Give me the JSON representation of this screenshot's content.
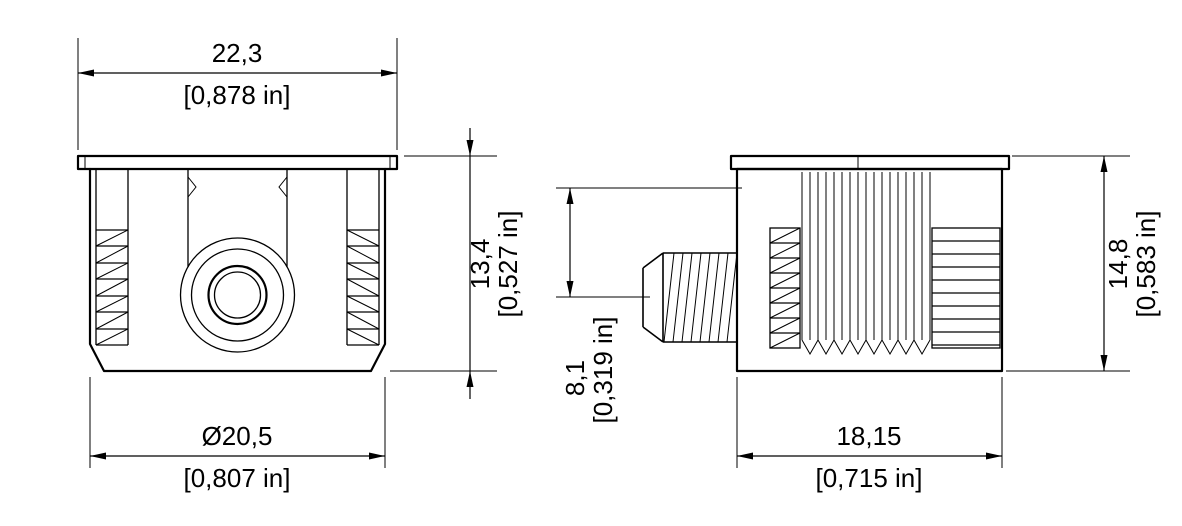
{
  "drawing": {
    "colors": {
      "ink": "#000000",
      "paper": "#ffffff"
    }
  },
  "dims": {
    "front_width": {
      "mm": "22,3",
      "inch": "[0,878 in]"
    },
    "front_height": {
      "mm": "13,4",
      "inch": "[0,527 in]"
    },
    "front_diameter": {
      "mm": "Ø20,5",
      "inch": "[0,807 in]"
    },
    "side_offset": {
      "mm": "8,1",
      "inch": "[0,319 in]"
    },
    "side_height": {
      "mm": "14,8",
      "inch": "[0,583 in]"
    },
    "side_width": {
      "mm": "18,15",
      "inch": "[0,715 in]"
    }
  }
}
